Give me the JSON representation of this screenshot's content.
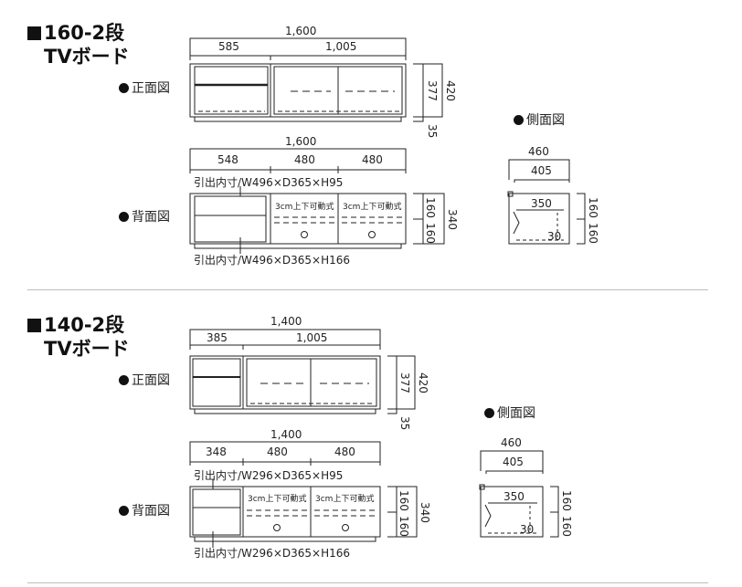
{
  "sections": [
    {
      "title_line1": "160-2段",
      "title_line2": "TVボード",
      "front_label": "正面図",
      "back_label": "背面図",
      "side_label": "側面図",
      "total_width": "1,600",
      "front_left": "585",
      "front_right": "1,005",
      "front_h_inner": "377",
      "front_h_total": "420",
      "plinth": "35",
      "back_total": "1,600",
      "back_w1": "548",
      "back_w2": "480",
      "back_w3": "480",
      "drawer_upper": "引出内寸/W496×D365×H95",
      "drawer_lower": "引出内寸/W496×D365×H166",
      "shelf_note_1": "3cm上下可動式",
      "shelf_note_2": "3cm上下可動式",
      "back_h_upper": "160",
      "back_h_lower": "160",
      "back_h_total": "340",
      "side_depth": "460",
      "side_inner": "405",
      "side_shelf": "350",
      "side_gap": "30",
      "side_h_upper": "160",
      "side_h_lower": "160"
    },
    {
      "title_line1": "140-2段",
      "title_line2": "TVボード",
      "front_label": "正面図",
      "back_label": "背面図",
      "side_label": "側面図",
      "total_width": "1,400",
      "front_left": "385",
      "front_right": "1,005",
      "front_h_inner": "377",
      "front_h_total": "420",
      "plinth": "35",
      "back_total": "1,400",
      "back_w1": "348",
      "back_w2": "480",
      "back_w3": "480",
      "drawer_upper": "引出内寸/W296×D365×H95",
      "drawer_lower": "引出内寸/W296×D365×H166",
      "shelf_note_1": "3cm上下可動式",
      "shelf_note_2": "3cm上下可動式",
      "back_h_upper": "160",
      "back_h_lower": "160",
      "back_h_total": "340",
      "side_depth": "460",
      "side_inner": "405",
      "side_shelf": "350",
      "side_gap": "30",
      "side_h_upper": "160",
      "side_h_lower": "160"
    }
  ]
}
